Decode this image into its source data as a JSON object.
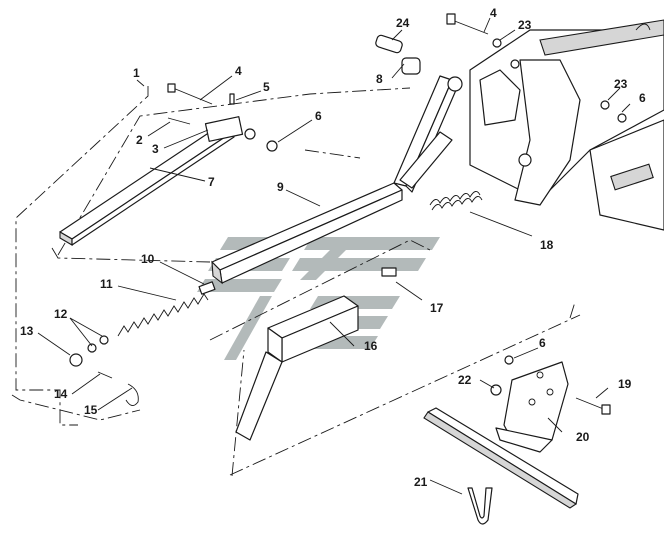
{
  "diagram": {
    "callouts": {
      "c1": "1",
      "c2": "2",
      "c3": "3",
      "c4a": "4",
      "c4b": "4",
      "c5": "5",
      "c6a": "6",
      "c6b": "6",
      "c6c": "6",
      "c7": "7",
      "c8": "8",
      "c9": "9",
      "c10": "10",
      "c11": "11",
      "c12": "12",
      "c13": "13",
      "c14": "14",
      "c15": "15",
      "c16": "16",
      "c17": "17",
      "c18": "18",
      "c19": "19",
      "c20": "20",
      "c21": "21",
      "c22": "22",
      "c23a": "23",
      "c23b": "23",
      "c24": "24"
    },
    "watermark_color": "#9aa3a3",
    "line_color": "#1a1a1a"
  }
}
